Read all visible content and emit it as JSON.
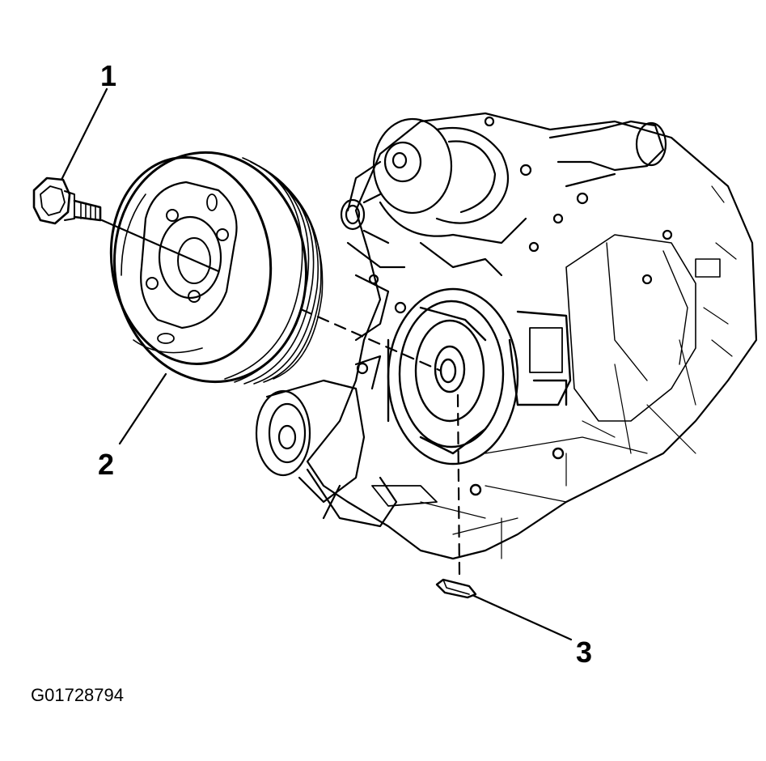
{
  "callouts": [
    {
      "label": "1",
      "part": "bolt"
    },
    {
      "label": "2",
      "part": "crankshaft-balancer"
    },
    {
      "label": "3",
      "part": "key"
    }
  ],
  "figure_id": "G01728794",
  "colors": {
    "ink": "#000000",
    "background": "#ffffff"
  }
}
